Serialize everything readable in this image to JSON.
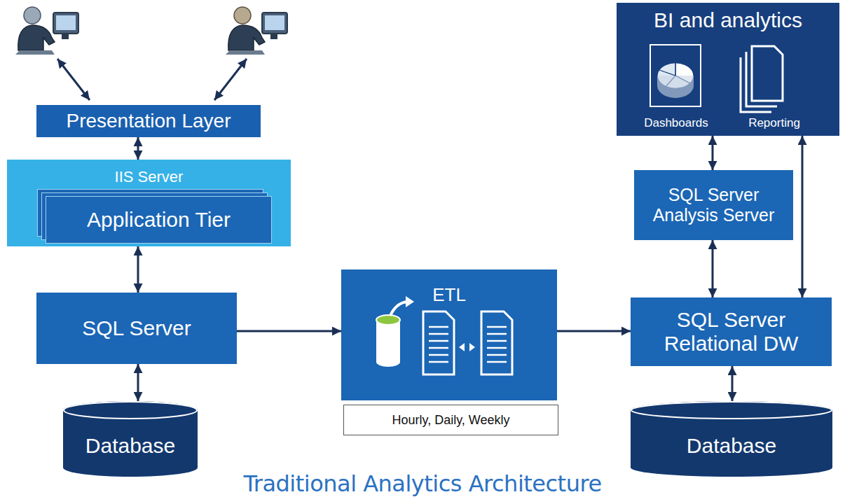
{
  "diagram": {
    "caption": "Traditional Analytics Architecture",
    "nodes": [
      {
        "text": [
          "Presentation Layer"
        ]
      },
      {
        "text": [
          "IIS Server"
        ]
      },
      {
        "text": [
          "Application Tier"
        ],
        "in": 1
      },
      {
        "text": [
          "SQL Server"
        ]
      },
      {
        "text": [
          "Database"
        ]
      },
      {
        "text": [
          "ETL"
        ]
      },
      {
        "text": [
          "Hourly, Daily, Weekly"
        ]
      },
      {
        "text": [
          "BI and analytics",
          "Dashboards",
          "Reporting"
        ]
      },
      {
        "text": [
          "SQL Server Analysis Server"
        ]
      },
      {
        "text": [
          "SQL Server Relational DW"
        ]
      },
      {
        "text": [
          "Database"
        ]
      }
    ],
    "edges": [
      {
        "from": 0,
        "to": 1,
        "arrow": "both"
      },
      {
        "from": 1,
        "to": 3,
        "arrow": "both"
      },
      {
        "from": 3,
        "to": 4,
        "arrow": "both"
      },
      {
        "from": 3,
        "to": 5,
        "arrow": "to"
      },
      {
        "from": 5,
        "to": 9,
        "arrow": "to"
      },
      {
        "from": 7,
        "to": 8,
        "arrow": "both"
      },
      {
        "from": 8,
        "to": 9,
        "arrow": "both"
      },
      {
        "from": 7,
        "to": 9,
        "arrow": "both"
      },
      {
        "from": 9,
        "to": 10,
        "arrow": "both"
      }
    ]
  }
}
